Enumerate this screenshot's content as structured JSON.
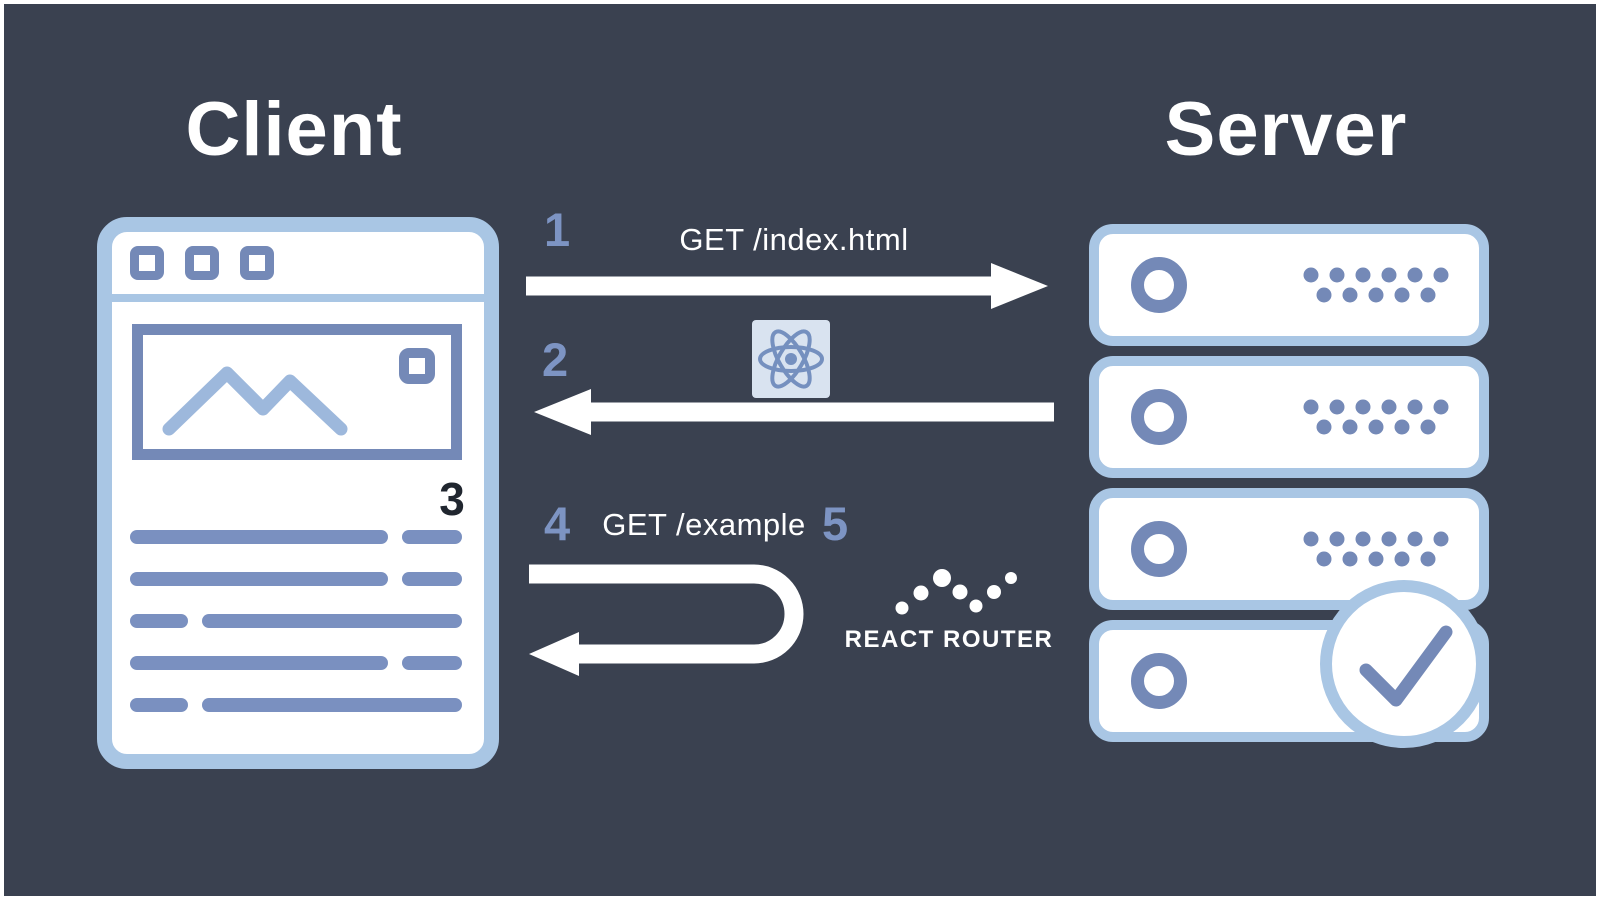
{
  "titles": {
    "client": "Client",
    "server": "Server"
  },
  "steps": {
    "one": "1",
    "two": "2",
    "three": "3",
    "four": "4",
    "five": "5"
  },
  "labels": {
    "get_index": "GET /index.html",
    "get_example": "GET /example",
    "react_router": "REACT ROUTER"
  },
  "icons": {
    "client_window": "browser-window-icon",
    "image_placeholder": "mountain-photo-icon",
    "sun": "sun-square-icon",
    "react": "react-logo-icon",
    "react_router": "react-router-dots-icon",
    "server": "server-rack-icon",
    "check": "checkmark-icon"
  },
  "colors": {
    "background": "#3a4150",
    "frame_light_blue": "#a9c6e4",
    "accent_blue": "#7489b7",
    "step_number_blue": "#7d94c3",
    "dark_number": "#20262f",
    "white": "#ffffff"
  }
}
